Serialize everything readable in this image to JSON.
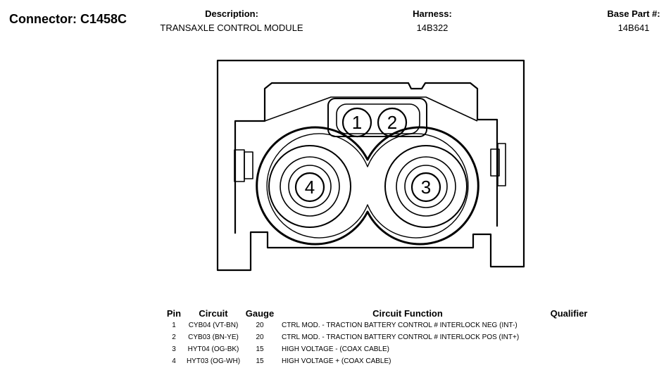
{
  "header": {
    "connector_label": "Connector: C1458C",
    "description_label": "Description:",
    "description_value": "TRANSAXLE CONTROL MODULE",
    "harness_label": "Harness:",
    "harness_value": "14B322",
    "base_part_label": "Base Part #:",
    "base_part_value": "14B641"
  },
  "diagram": {
    "pin_labels": [
      "1",
      "2",
      "4",
      "3"
    ]
  },
  "table": {
    "headers": {
      "pin": "Pin",
      "circuit": "Circuit",
      "gauge": "Gauge",
      "function": "Circuit Function",
      "qualifier": "Qualifier"
    },
    "rows": [
      {
        "pin": "1",
        "circuit": "CYB04 (VT-BN)",
        "gauge": "20",
        "function": "CTRL MOD. - TRACTION BATTERY CONTROL # INTERLOCK NEG (INT-)",
        "qualifier": ""
      },
      {
        "pin": "2",
        "circuit": "CYB03 (BN-YE)",
        "gauge": "20",
        "function": "CTRL MOD. - TRACTION BATTERY CONTROL # INTERLOCK POS (INT+)",
        "qualifier": ""
      },
      {
        "pin": "3",
        "circuit": "HYT04 (OG-BK)",
        "gauge": "15",
        "function": "HIGH VOLTAGE - (COAX CABLE)",
        "qualifier": ""
      },
      {
        "pin": "4",
        "circuit": "HYT03 (OG-WH)",
        "gauge": "15",
        "function": "HIGH VOLTAGE + (COAX CABLE)",
        "qualifier": ""
      }
    ]
  }
}
